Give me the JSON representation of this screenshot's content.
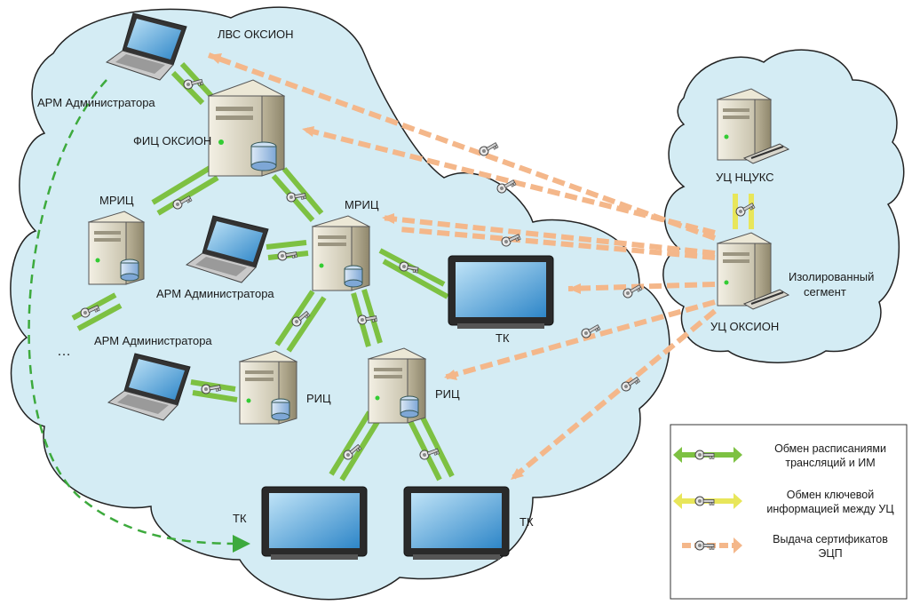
{
  "labels": {
    "lan": "ЛВС ОКСИОН",
    "fic": "ФИЦ ОКСИОН",
    "mric_left": "МРИЦ",
    "mric_center": "МРИЦ",
    "ric_left": "РИЦ",
    "ric_right": "РИЦ",
    "arm_top": "АРМ Администратора",
    "arm_center": "АРМ Администратора",
    "arm_left": "АРМ Администратора",
    "ellipsis": "…",
    "tk_right": "ТК",
    "tk_bottom_left": "ТК",
    "tk_bottom_right": "ТК",
    "uc_ncuks": "УЦ НЦУКС",
    "isolated_line1": "Изолированный",
    "isolated_line2": "сегмент",
    "uc_okcion": "УЦ ОКСИОН"
  },
  "legend": {
    "item1_line1": "Обмен расписаниями",
    "item1_line2": "трансляций и ИМ",
    "item2_line1": "Обмен ключевой",
    "item2_line2": "информацией между УЦ",
    "item3_line1": "Выдача сертификатов",
    "item3_line2": "ЭЦП"
  },
  "colors": {
    "cloud_fill": "#d4ecf4",
    "cloud_stroke": "#222222",
    "green_arrow": "#7dc142",
    "yellow_arrow": "#e8e65a",
    "orange_arrow": "#f4b78a",
    "dashed_green": "#3daa3d"
  }
}
